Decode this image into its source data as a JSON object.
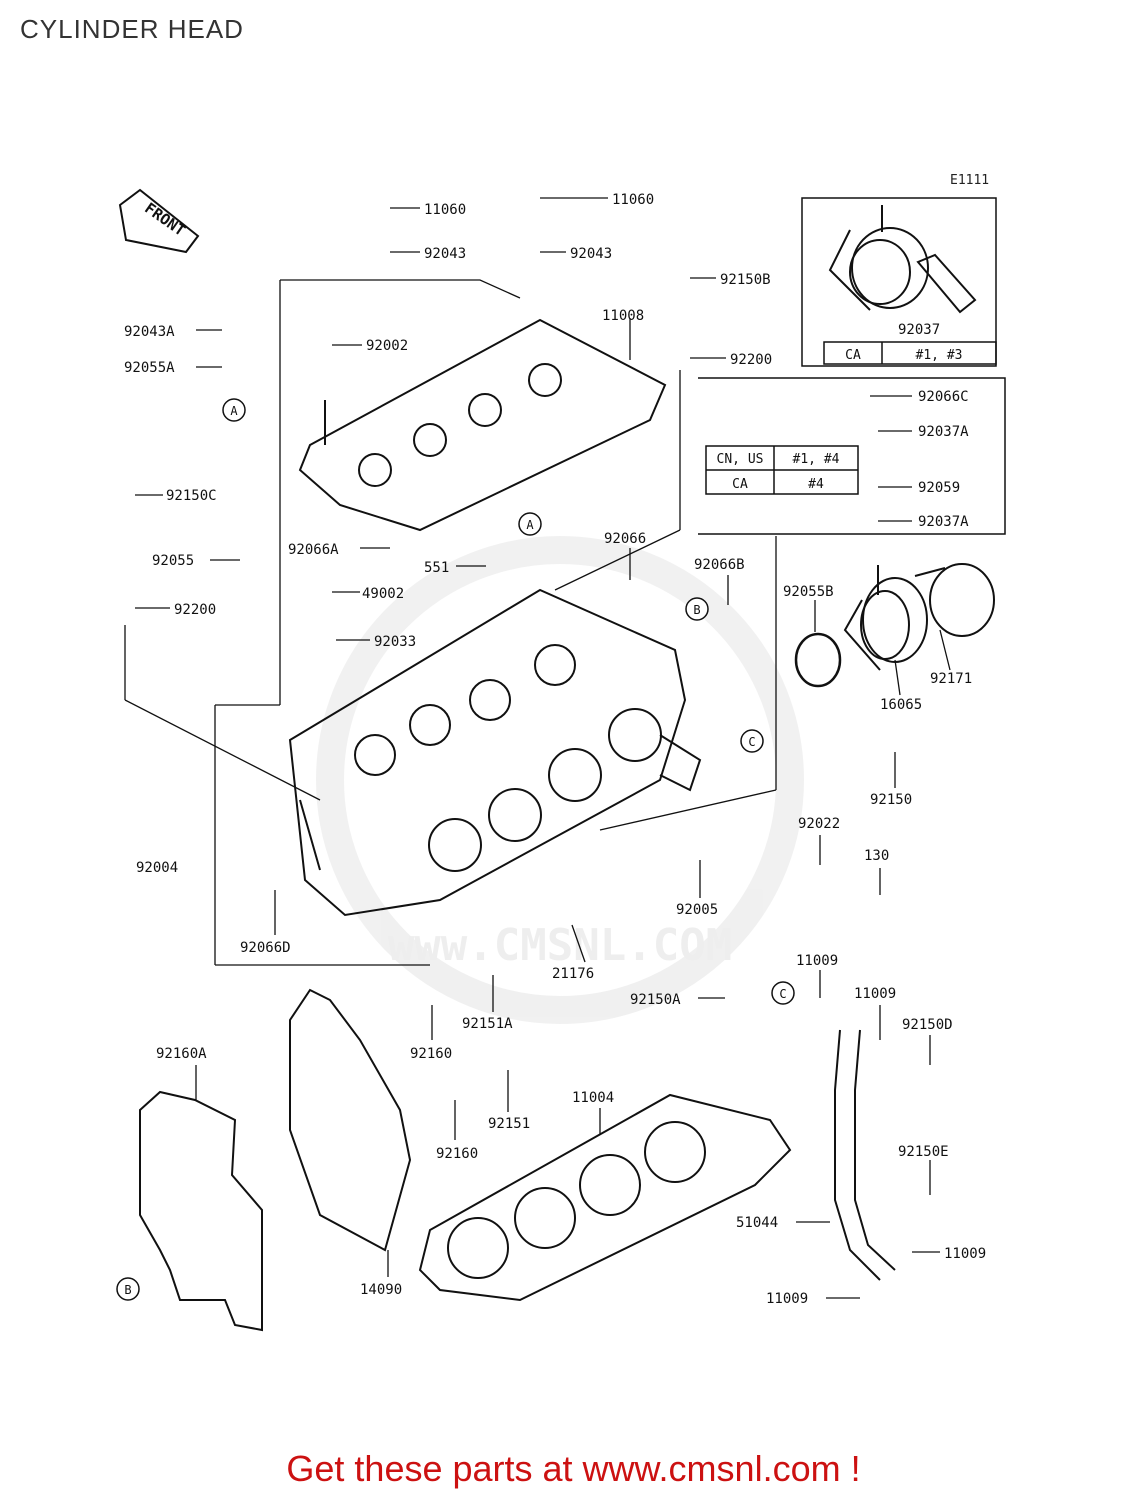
{
  "page": {
    "title": "CYLINDER HEAD",
    "figure_code": "E1111",
    "front_label": "FRONT",
    "watermark": "www.CMSNL.COM",
    "footer": {
      "text": "Get these parts at www.cmsnl.com !",
      "color": "#cc1111"
    }
  },
  "parts": [
    "11060",
    "11060",
    "92043",
    "92043",
    "92150B",
    "11008",
    "92002",
    "92200",
    "92043A",
    "92055A",
    "92150C",
    "92055",
    "92200",
    "92066A",
    "551",
    "92066",
    "92066B",
    "49002",
    "92033",
    "92055B",
    "92004",
    "92022",
    "130",
    "92005",
    "92066D",
    "21176",
    "92151A",
    "92150A",
    "11009",
    "11009",
    "92150D",
    "92160",
    "92151",
    "11004",
    "92160",
    "92160A",
    "92150E",
    "51044",
    "11009",
    "14090",
    "11009",
    "92037",
    "92066C",
    "92037A",
    "92059",
    "92037A",
    "92171",
    "16065",
    "92150"
  ],
  "markers": [
    "A",
    "A",
    "B",
    "B",
    "C",
    "C"
  ],
  "inset_tables": [
    {
      "rows": [
        [
          "CA",
          "#1, #3"
        ]
      ]
    },
    {
      "rows": [
        [
          "CN, US",
          "#1, #4"
        ],
        [
          "CA",
          "#4"
        ]
      ]
    }
  ]
}
